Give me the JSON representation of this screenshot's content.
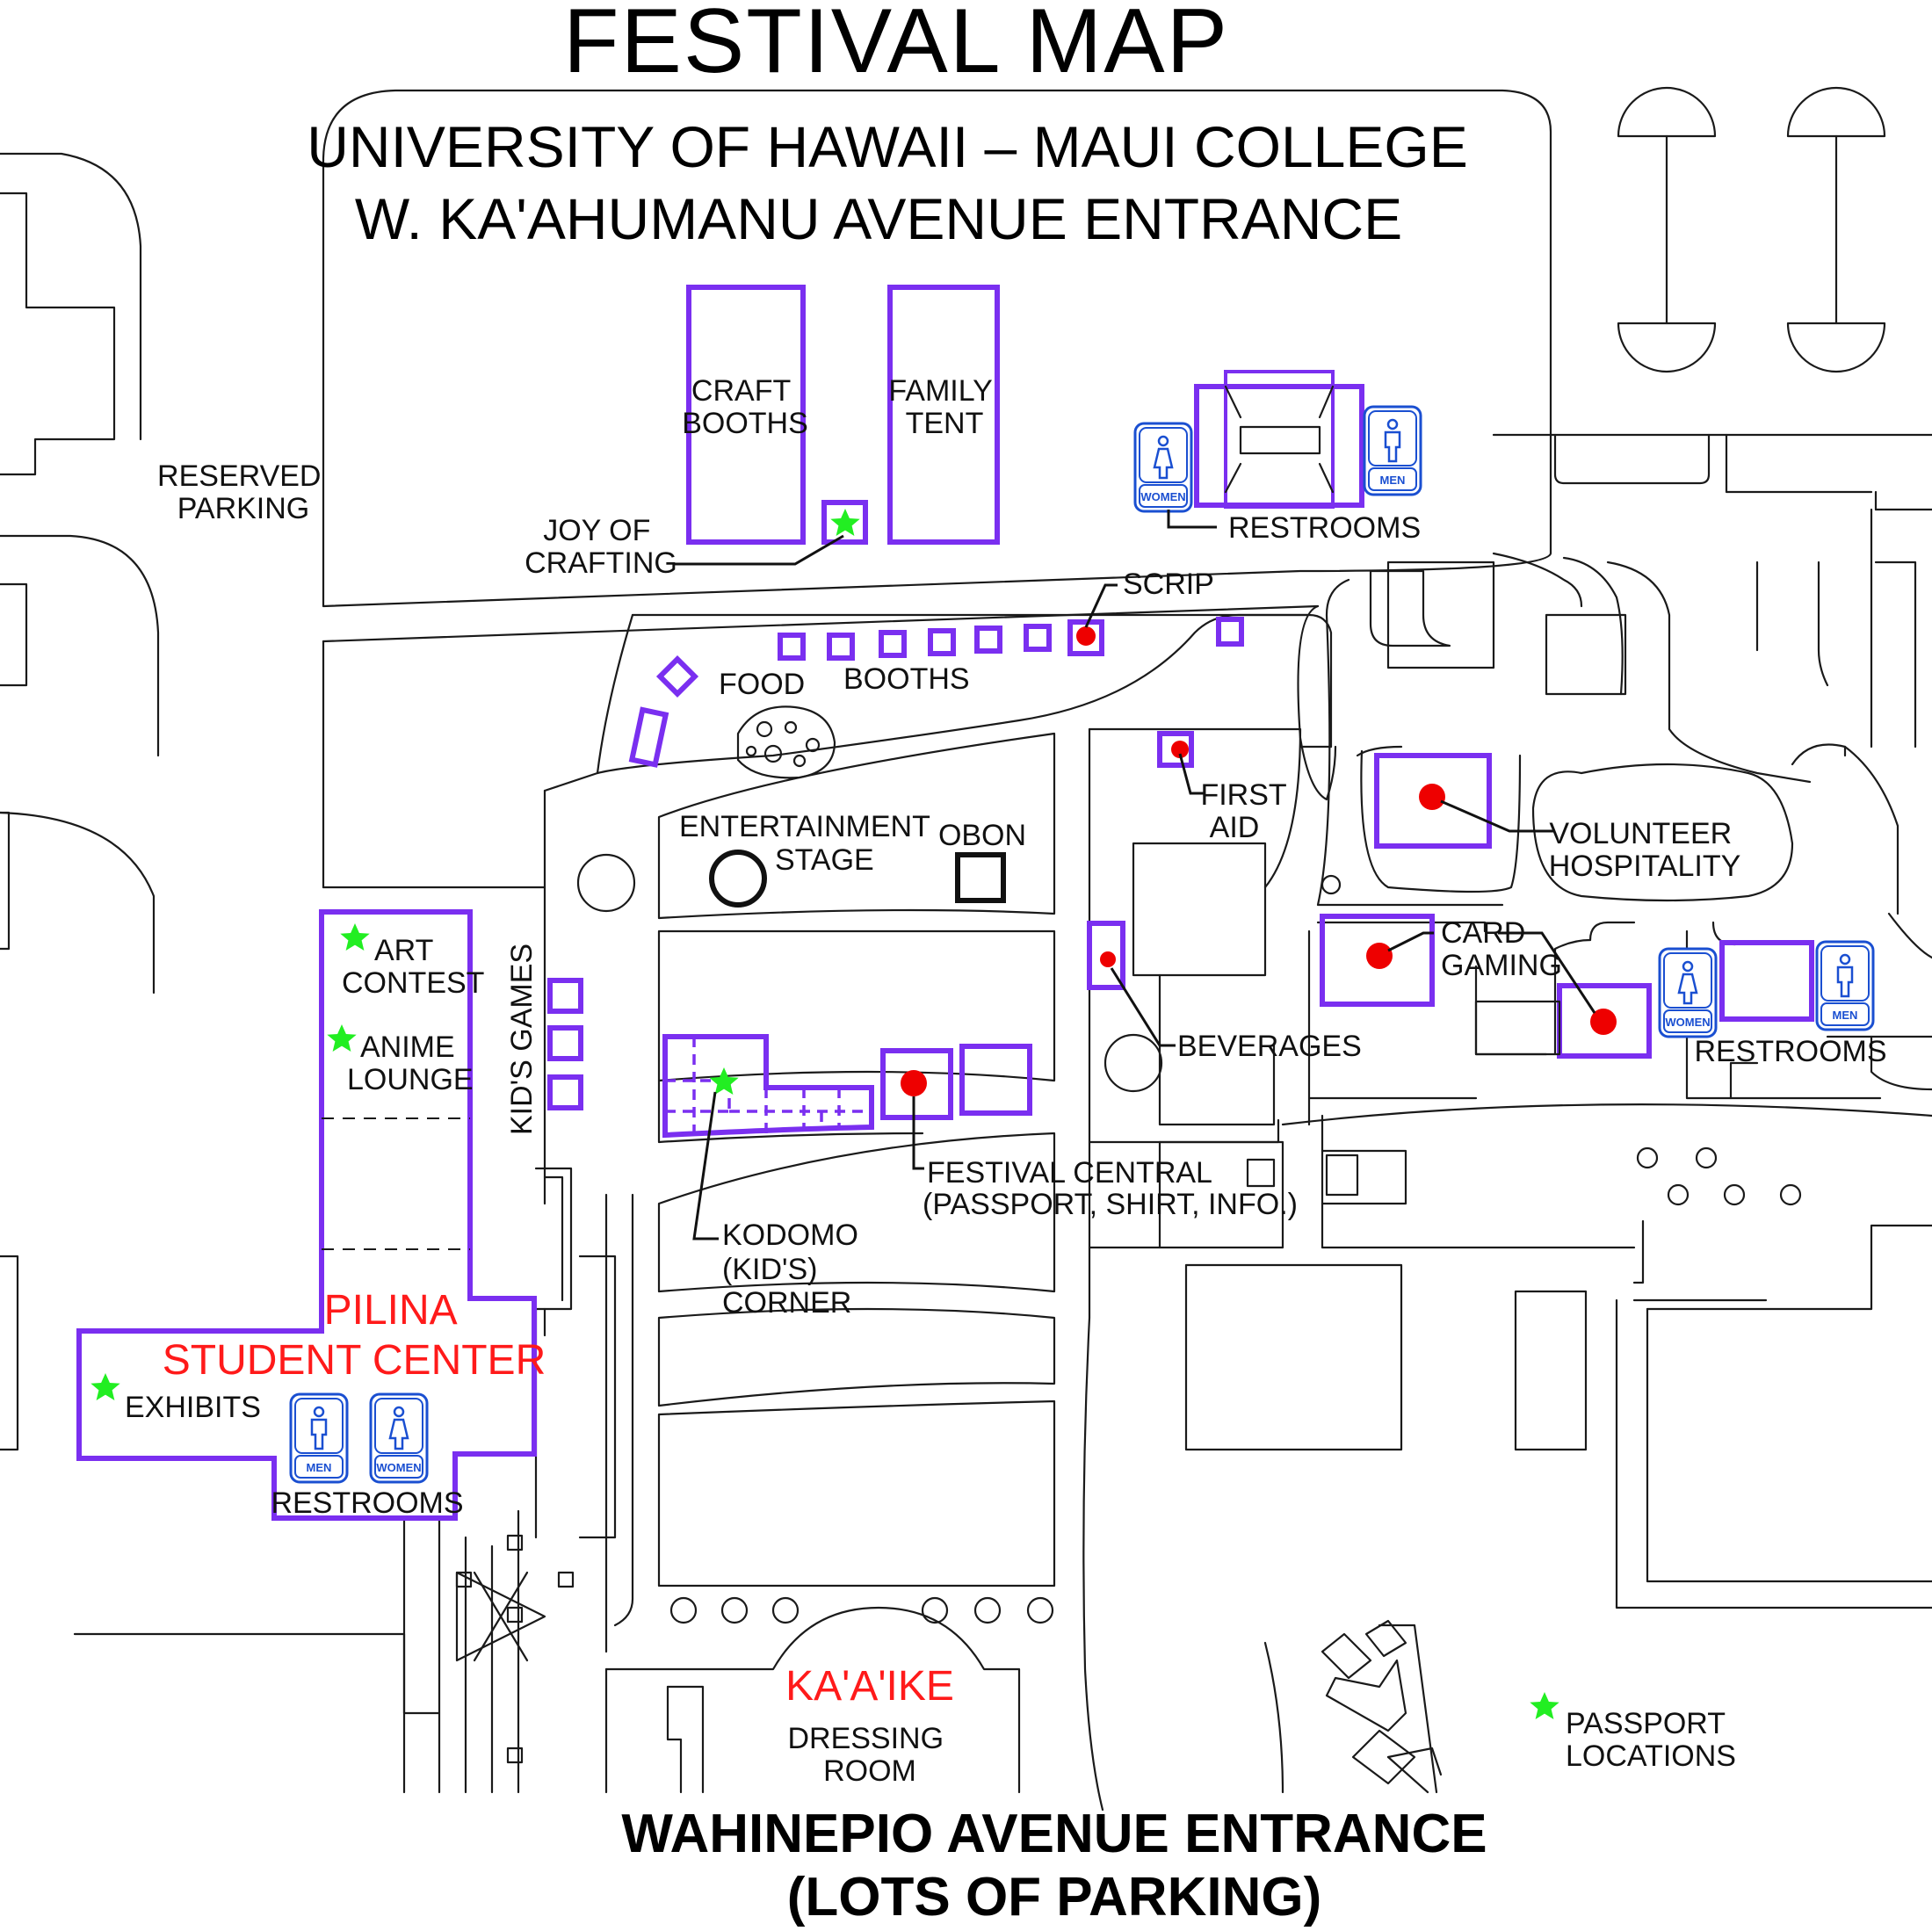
{
  "title": "FESTIVAL MAP",
  "subtitle_line1": "UNIVERSITY OF HAWAII – MAUI COLLEGE",
  "subtitle_line2": "W. KA'AHUMANU AVENUE ENTRANCE",
  "bottom_line1": "WAHINEPIO AVENUE ENTRANCE",
  "bottom_line2": "(LOTS OF PARKING)",
  "colors": {
    "venue_outline": "#7a2ff0",
    "marker": "#ee0000",
    "passport_star": "#22ee22",
    "restroom_sign": "#1a4fd1",
    "building_name": "#ff1a1a"
  },
  "labels": {
    "reserved_parking": [
      "RESERVED",
      "PARKING"
    ],
    "craft_booths": [
      "CRAFT",
      "BOOTHS"
    ],
    "family_tent": [
      "FAMILY",
      "TENT"
    ],
    "joy_of_crafting": [
      "JOY OF",
      "CRAFTING"
    ],
    "restrooms_top": "RESTROOMS",
    "scrip": "SCRIP",
    "food": "FOOD",
    "booths": "BOOTHS",
    "first_aid": [
      "FIRST",
      "AID"
    ],
    "volunteer_hospitality": [
      "VOLUNTEER",
      "HOSPITALITY"
    ],
    "entertainment_stage": [
      "ENTERTAINMENT",
      "STAGE"
    ],
    "obon": "OBON",
    "art_contest": [
      "ART",
      "CONTEST"
    ],
    "anime_lounge": [
      "ANIME",
      "LOUNGE"
    ],
    "kids_games": "KID'S GAMES",
    "card_gaming": [
      "CARD",
      "GAMING"
    ],
    "restrooms_right": "RESTROOMS",
    "beverages": "BEVERAGES",
    "festival_central": [
      "FESTIVAL  CENTRAL",
      "(PASSPORT,  SHIRT,  INFO.)"
    ],
    "kodomo": [
      "KODOMO",
      "(KID'S)",
      "CORNER"
    ],
    "pilina": [
      "PILINA",
      "STUDENT  CENTER"
    ],
    "exhibits": "EXHIBITS",
    "restrooms_left": "RESTROOMS",
    "kaaike": "KA'A'IKE",
    "dressing_room": [
      "DRESSING",
      "ROOM"
    ],
    "passport_locations": [
      "PASSPORT",
      "LOCATIONS"
    ]
  },
  "restroom_signs": {
    "men": "MEN",
    "women": "WOMEN"
  },
  "legend": {
    "star_meaning": "PASSPORT LOCATIONS"
  }
}
